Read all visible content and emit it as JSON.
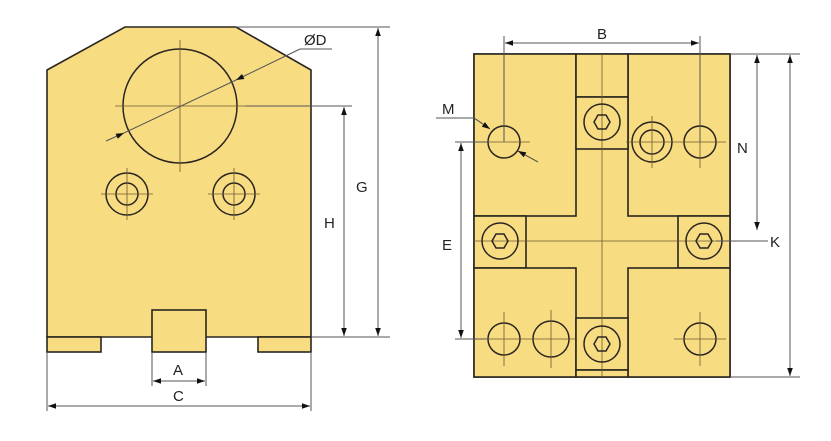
{
  "colors": {
    "part_fill": "#F8DC82",
    "outline": "#2a2520"
  },
  "front_view": {
    "labels": {
      "diameter": "ØD",
      "G": "G",
      "H": "H",
      "A": "A",
      "C": "C"
    }
  },
  "side_view": {
    "labels": {
      "B": "B",
      "M": "M",
      "N": "N",
      "E": "E",
      "K": "K"
    }
  }
}
